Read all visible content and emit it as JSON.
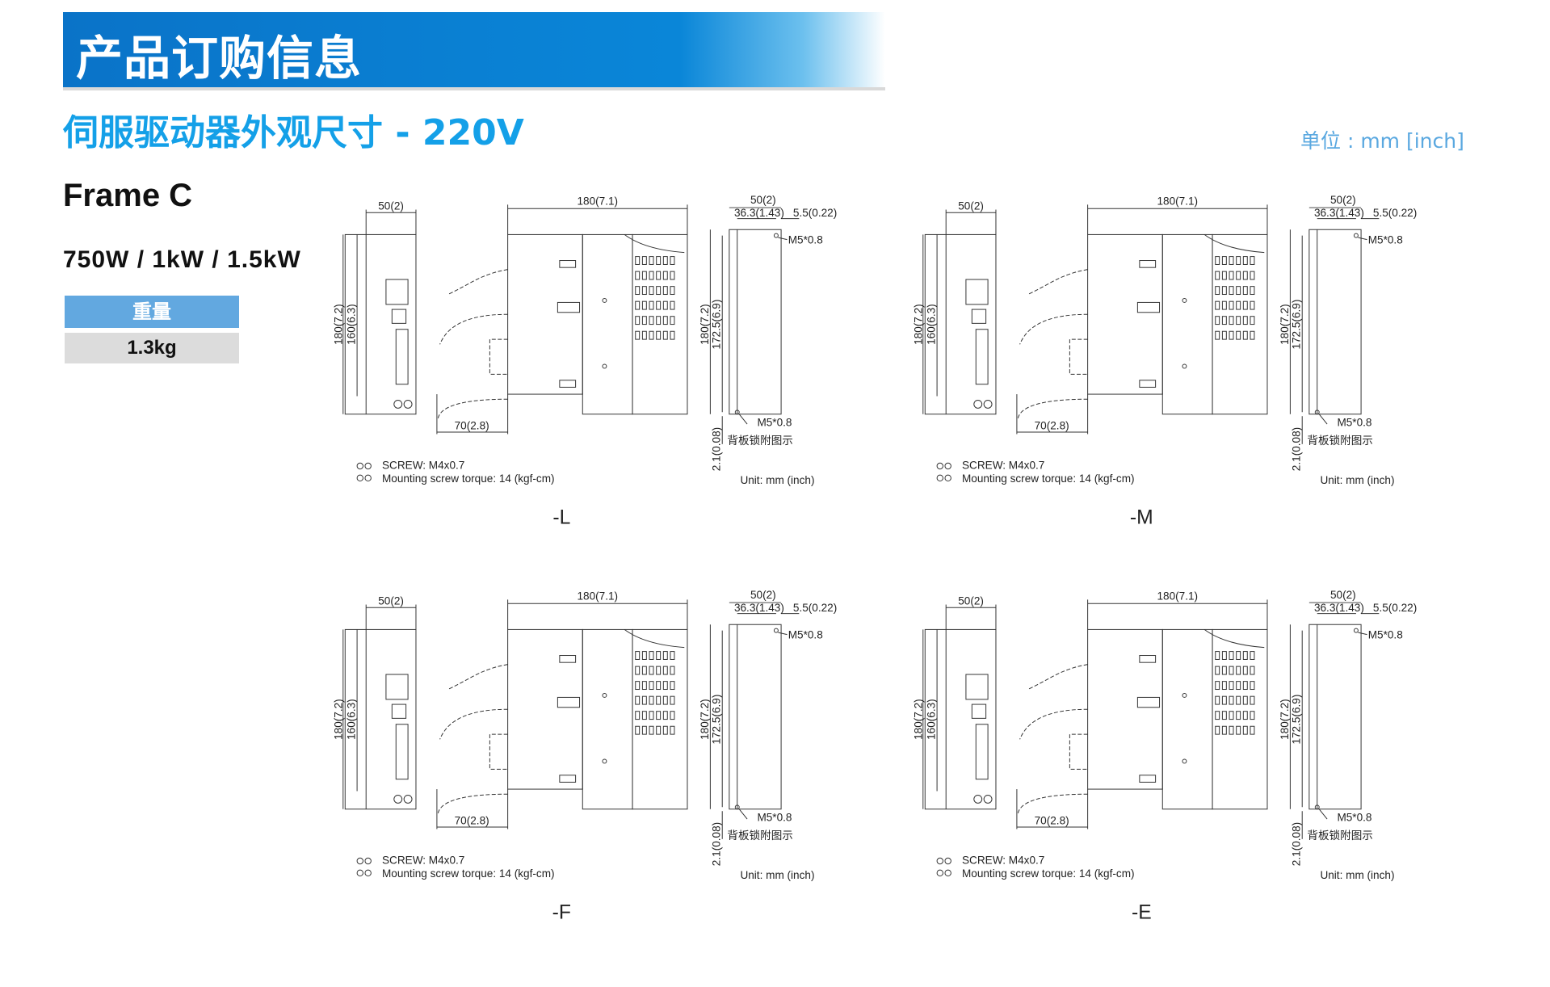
{
  "header": {
    "title": "产品订购信息"
  },
  "subtitle": "伺服驱动器外观尺寸 - 220V",
  "unit_note": "单位 : mm [inch]",
  "frame": {
    "title": "Frame C",
    "power": "750W / 1kW / 1.5kW"
  },
  "weight": {
    "label": "重量",
    "value": "1.3kg"
  },
  "diagram_labels": {
    "front_width": "50(2)",
    "front_height_total": "180(7.2)",
    "front_height_inner": "160(6.3)",
    "side_depth": "180(7.1)",
    "cable_clearance": "70(2.8)",
    "back_width": "50(2)",
    "back_hole_spacing": "36.3(1.43)",
    "back_hole_offset": "5.5(0.22)",
    "back_height_total": "180(7.2)",
    "back_hole_pitch": "172.5(6.9)",
    "back_bottom_offset": "2.1(0.08)",
    "screw_top": "M5*0.8",
    "screw_bottom": "M5*0.8",
    "back_caption": "背板锁附图示",
    "screw_note": "SCREW: M4x0.7",
    "torque_note": "Mounting screw torque: 14 (kgf-cm)",
    "unit_note": "Unit: mm (inch)"
  },
  "diagrams": [
    {
      "suffix": "-L"
    },
    {
      "suffix": "-M"
    },
    {
      "suffix": "-F"
    },
    {
      "suffix": "-E"
    }
  ]
}
